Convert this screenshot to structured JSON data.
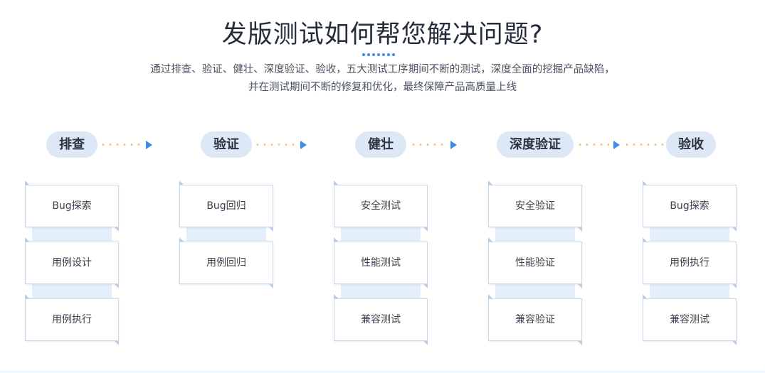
{
  "header": {
    "title": "发版测试如何帮您解决问题?",
    "desc_line1": "通过排查、验证、健壮、深度验证、验收，五大测试工序期间不断的测试，深度全面的挖掘产品缺陷，",
    "desc_line2": "并在测试期间不断的修复和优化，最终保障产品高质量上线"
  },
  "colors": {
    "accent": "#3e8bf0",
    "stage_bg": "#dde8f6",
    "dot": "#f7c26a",
    "bridge": "#e3eefa"
  },
  "stages": [
    {
      "label": "排查",
      "items": [
        "Bug探索",
        "用例设计",
        "用例执行"
      ]
    },
    {
      "label": "验证",
      "items": [
        "Bug回归",
        "用例回归"
      ]
    },
    {
      "label": "健壮",
      "items": [
        "安全测试",
        "性能测试",
        "兼容测试"
      ]
    },
    {
      "label": "深度验证",
      "items": [
        "安全验证",
        "性能验证",
        "兼容验证"
      ]
    },
    {
      "label": "验收",
      "items": [
        "Bug探索",
        "用例执行",
        "兼容测试"
      ]
    }
  ]
}
